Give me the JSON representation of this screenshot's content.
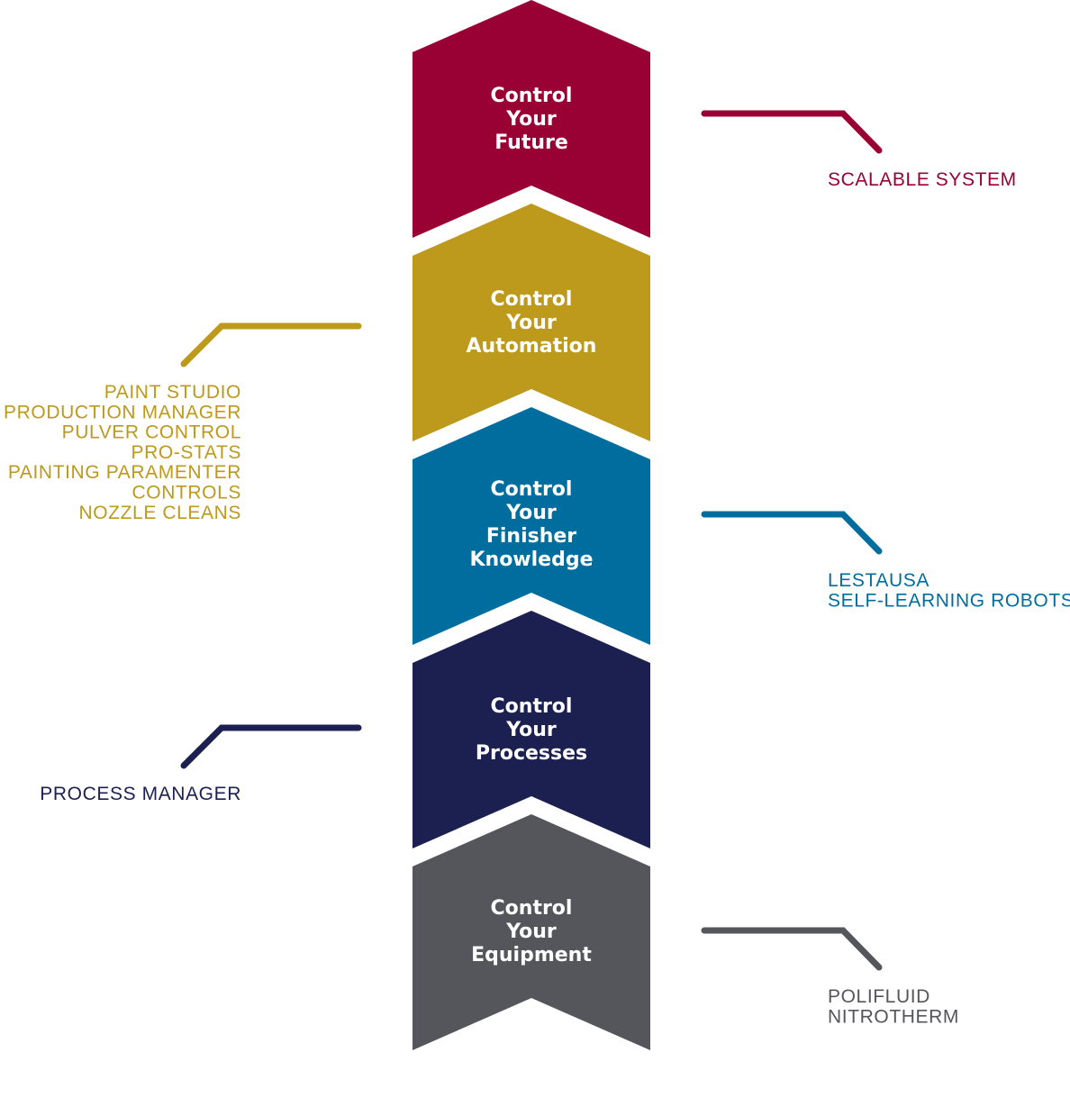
{
  "stages": [
    {
      "id": "future",
      "color": "#990033",
      "label_lines": [
        "Control",
        "Your",
        "Future"
      ],
      "callout": {
        "side": "right",
        "lines": [
          "SCALABLE SYSTEM"
        ]
      }
    },
    {
      "id": "automation",
      "color": "#BD991C",
      "label_lines": [
        "Control",
        "Your",
        "Automation"
      ],
      "callout": {
        "side": "left",
        "lines": [
          "PAINT STUDIO",
          "PRODUCTION MANAGER",
          "PULVER CONTROL",
          "PRO-STATS",
          "PAINTING PARAMENTER",
          "CONTROLS",
          "NOZZLE CLEANS"
        ]
      }
    },
    {
      "id": "finisher-knowledge",
      "color": "#006D9F",
      "label_lines": [
        "Control",
        "Your",
        "Finisher",
        "Knowledge"
      ],
      "callout": {
        "side": "right",
        "lines": [
          "LESTAUSA",
          "SELF-LEARNING ROBOTS"
        ]
      }
    },
    {
      "id": "processes",
      "color": "#1B2051",
      "label_lines": [
        "Control",
        "Your",
        "Processes"
      ],
      "callout": {
        "side": "left",
        "lines": [
          "PROCESS MANAGER"
        ]
      }
    },
    {
      "id": "equipment",
      "color": "#55565B",
      "label_lines": [
        "Control",
        "Your",
        "Equipment"
      ],
      "callout": {
        "side": "right",
        "lines": [
          "POLIFLUID",
          "NITROTHERM"
        ]
      }
    }
  ]
}
